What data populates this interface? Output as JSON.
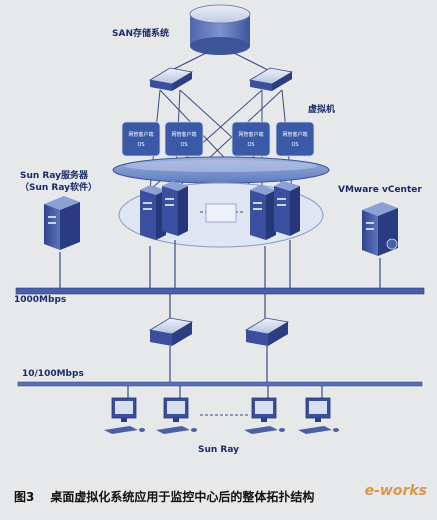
{
  "labels": {
    "san": "SAN存储系统",
    "vm": "虚拟机",
    "sunray_server": "Sun Ray服务器",
    "sunray_software": "（Sun Ray软件）",
    "vcenter": "VMware vCenter",
    "speed_1000": "1000Mbps",
    "speed_10_100": "10/100Mbps",
    "sunray_clients": "Sun Ray"
  },
  "vm_boxes": [
    {
      "line1": "网管客户端",
      "line2": "OS"
    },
    {
      "line1": "网管客户端",
      "line2": "OS"
    },
    {
      "line1": "网管客户端",
      "line2": "OS"
    },
    {
      "line1": "网管客户端",
      "line2": "OS"
    }
  ],
  "caption": {
    "number": "图3",
    "text": "桌面虚拟化系统应用于监控中心后的整体拓扑结构"
  },
  "watermark": "e-works",
  "colors": {
    "background": "#e7e8ea",
    "label": "#1b2a6e",
    "vm_box": "#3a5aa8",
    "vm_oval": "#6a87c6",
    "server": "#3a4fa0",
    "line": "#3a4a8a"
  }
}
